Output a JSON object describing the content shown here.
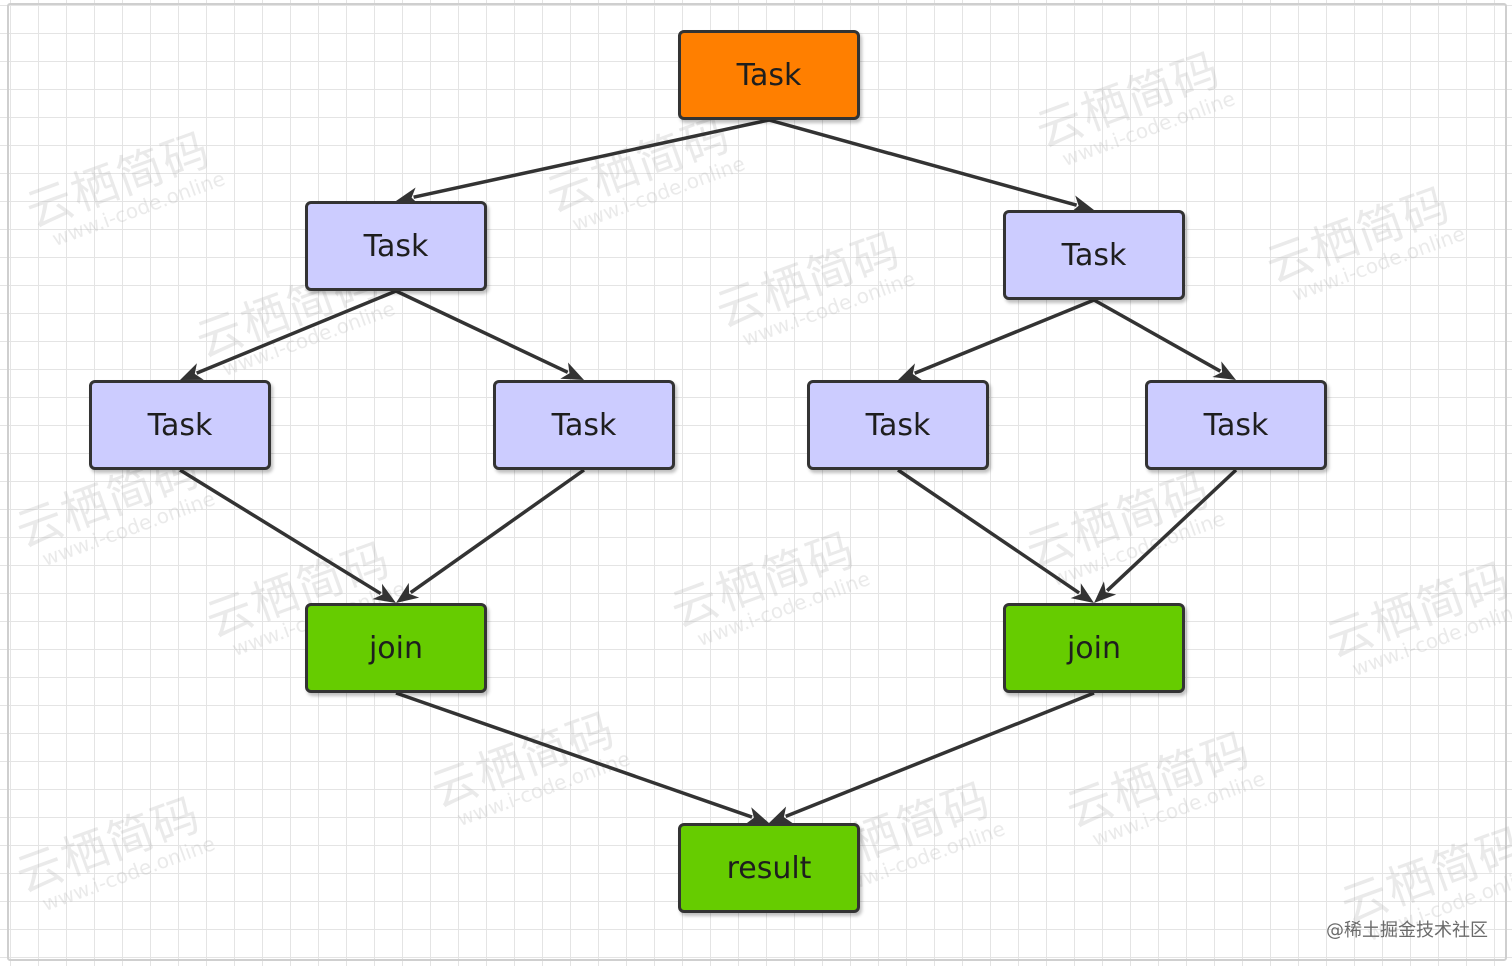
{
  "diagram": {
    "nodes": [
      {
        "id": "root",
        "label": "Task",
        "kind": "task-root"
      },
      {
        "id": "left",
        "label": "Task",
        "kind": "task"
      },
      {
        "id": "right",
        "label": "Task",
        "kind": "task"
      },
      {
        "id": "left-left",
        "label": "Task",
        "kind": "task"
      },
      {
        "id": "left-right",
        "label": "Task",
        "kind": "task"
      },
      {
        "id": "right-left",
        "label": "Task",
        "kind": "task"
      },
      {
        "id": "right-right",
        "label": "Task",
        "kind": "task"
      },
      {
        "id": "join-left",
        "label": "join",
        "kind": "join"
      },
      {
        "id": "join-right",
        "label": "join",
        "kind": "join"
      },
      {
        "id": "result",
        "label": "result",
        "kind": "join"
      }
    ],
    "edges": [
      {
        "from": "root",
        "to": "left"
      },
      {
        "from": "root",
        "to": "right"
      },
      {
        "from": "left",
        "to": "left-left"
      },
      {
        "from": "left",
        "to": "left-right"
      },
      {
        "from": "right",
        "to": "right-left"
      },
      {
        "from": "right",
        "to": "right-right"
      },
      {
        "from": "left-left",
        "to": "join-left"
      },
      {
        "from": "left-right",
        "to": "join-left"
      },
      {
        "from": "right-left",
        "to": "join-right"
      },
      {
        "from": "right-right",
        "to": "join-right"
      },
      {
        "from": "join-left",
        "to": "result"
      },
      {
        "from": "join-right",
        "to": "result"
      }
    ]
  },
  "colors": {
    "task_root": "#ff7f00",
    "task": "#ccccff",
    "join": "#66cc00",
    "edge": "#333333"
  },
  "watermark": {
    "brand": "云栖简码",
    "url": "www.i-code.online"
  },
  "credit": "@稀土掘金技术社区"
}
